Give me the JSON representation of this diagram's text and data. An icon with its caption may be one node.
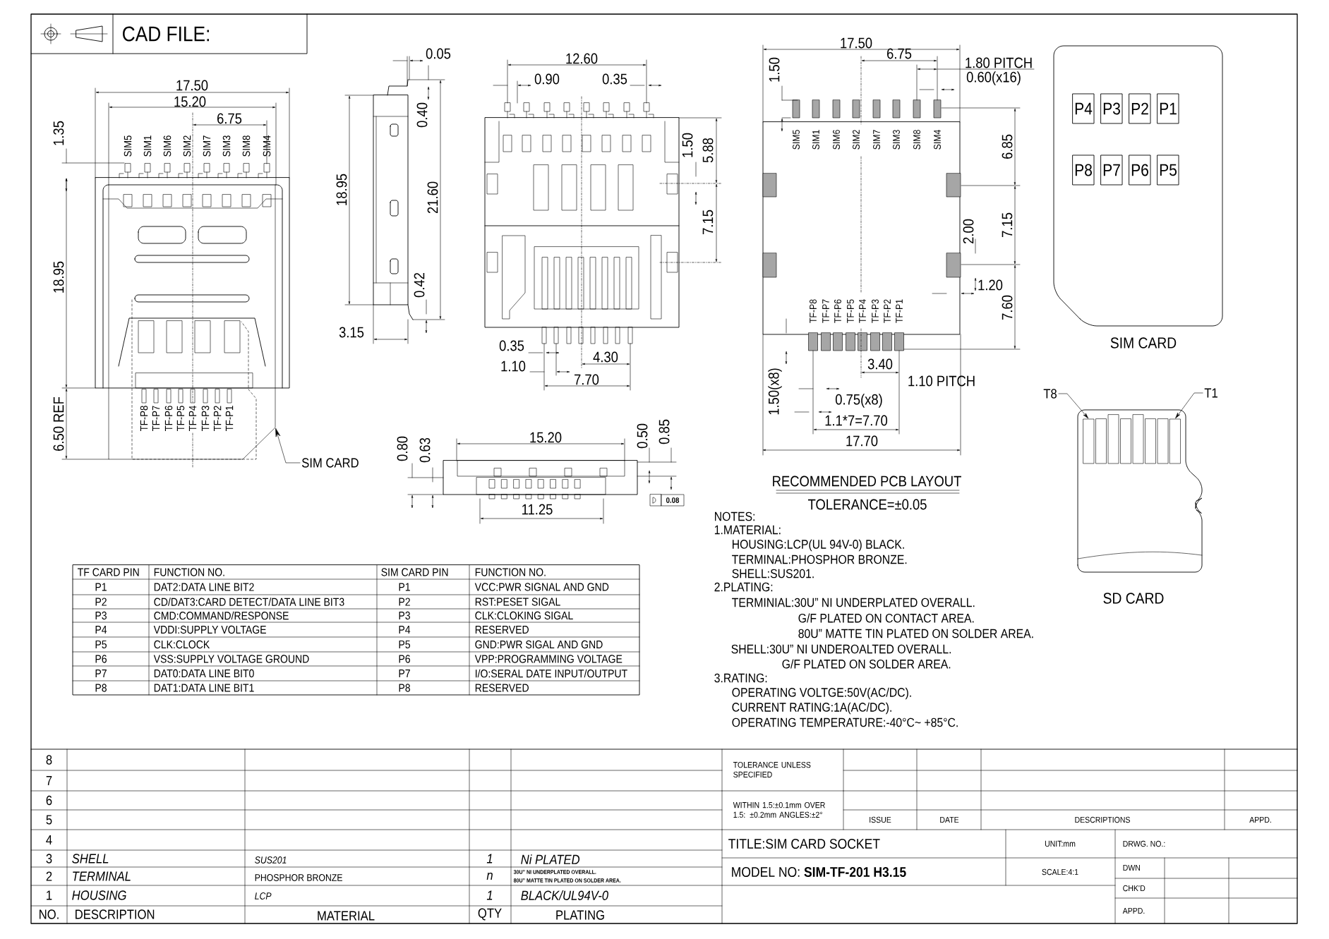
{
  "diagram": {
    "nodes": [
      {
        "text": [
          "P4"
        ]
      },
      {
        "text": [
          "P3"
        ]
      },
      {
        "text": [
          "P2"
        ]
      },
      {
        "text": [
          "P1"
        ]
      },
      {
        "text": [
          "P8"
        ]
      },
      {
        "text": [
          "P7"
        ]
      },
      {
        "text": [
          "P6"
        ]
      },
      {
        "text": [
          "P5"
        ]
      },
      {
        "text": [
          "SIM CARD"
        ]
      },
      {
        "text": [
          "T8"
        ]
      },
      {
        "text": [
          "T1"
        ]
      },
      {
        "text": [],
        "shape": "box"
      },
      {
        "text": [],
        "shape": "box"
      },
      {
        "text": [],
        "shape": "box"
      }
    ],
    "edges": [
      {
        "from": 8,
        "to": 11,
        "arrow": "to"
      },
      {
        "from": 9,
        "to": 12,
        "arrow": "to"
      },
      {
        "from": 10,
        "to": 13,
        "arrow": "to"
      }
    ],
    "labels": [
      "CAD FILE:",
      "17.50",
      "15.20",
      "6.75",
      "1.35",
      "SIM5",
      "SIM1",
      "SIM6",
      "SIM2",
      "SIM7",
      "SIM3",
      "SIM8",
      "SIM4",
      "18.95",
      "6.50 REF",
      "TF-P8",
      "TF-P7",
      "TF-P6",
      "TF-P5",
      "TF-P4",
      "TF-P3",
      "TF-P2",
      "TF-P1",
      "0.05",
      "0.40",
      "18.95",
      "21.60",
      "0.42",
      "3.15",
      "12.60",
      "0.90",
      "0.35",
      "1.50",
      "5.88",
      "7.15",
      "0.35",
      "1.10",
      "4.30",
      "7.70",
      "0.80",
      "0.63",
      "15.20",
      "0.50",
      "0.85",
      "0.08",
      "11.25",
      "17.50",
      "6.75",
      "1.50",
      "1.80 PITCH",
      "0.60(x16)",
      "SIM5",
      "SIM1",
      "SIM6",
      "SIM2",
      "SIM7",
      "SIM3",
      "SIM8",
      "SIM4",
      "6.85",
      "2.00",
      "7.15",
      "1.20",
      "TF-P8",
      "TF-P7",
      "TF-P6",
      "TF-P5",
      "TF-P4",
      "TF-P3",
      "TF-P2",
      "TF-P1",
      "7.60",
      "3.40",
      "1.10 PITCH",
      "1.50(x8)",
      "0.75(x8)",
      "1.1*7=7.70",
      "17.70",
      "RECOMMENDED PCB LAYOUT",
      "TOLERANCE=±0.05",
      "SIM CARD",
      "SD CARD",
      "NOTES:",
      "1.MATERIAL:",
      "HOUSING:LCP(UL 94V-0) BLACK.",
      "TERMINAL:PHOSPHOR BRONZE.",
      "SHELL:SUS201.",
      "2.PLATING:",
      "TERMINIAL:30U” NI UNDERPLATED OVERALL.",
      "G/F PLATED ON CONTACT AREA.",
      "80U” MATTE TIN PLATED ON SOLDER AREA.",
      "SHELL:30U” NI UNDEROALTED OVERALL.",
      "G/F PLATED ON SOLDER AREA.",
      "3.RATING:",
      "OPERATING VOLTGE:50V(AC/DC).",
      "CURRENT RATING:1A(AC/DC).",
      "OPERATING TEMPERATURE:-40°C~ +85°C.",
      "TF CARD PIN",
      "FUNCTION NO.",
      "SIM CARD PIN",
      "FUNCTION NO.",
      "P1",
      "DAT2:DATA LINE BIT2",
      "P1",
      "VCC:PWR SIGNAL AND GND",
      "P2",
      "CD/DAT3:CARD DETECT/DATA LINE BIT3",
      "P2",
      "RST:PESET SIGAL",
      "P3",
      "CMD:COMMAND/RESPONSE",
      "P3",
      "CLK:CLOKING SIGAL",
      "P4",
      "VDDI:SUPPLY VOLTAGE",
      "P4",
      "RESERVED",
      "P5",
      "CLK:CLOCK",
      "P5",
      "GND:PWR SIGAL AND GND",
      "P6",
      "VSS:SUPPLY VOLTAGE GROUND",
      "P6",
      "VPP:PROGRAMMING VOLTAGE",
      "P7",
      "DAT0:DATA LINE BIT0",
      "P7",
      "I/O:SERAL DATE INPUT/OUTPUT",
      "P8",
      "DAT1:DATA LINE BIT1",
      "P8",
      "RESERVED",
      "8",
      "7",
      "6",
      "5",
      "4",
      "3",
      "SHELL",
      "SUS201",
      "1",
      "Ni PLATED",
      "2",
      "TERMINAL",
      "PHOSPHOR BRONZE",
      "n",
      "30U” NI UNDERPLATED OVERALL.",
      "80U” MATTE TIN PLATED ON SOLDER AREA.",
      "1",
      "HOUSING",
      "LCP",
      "1",
      "BLACK/UL94V-0",
      "NO.",
      "DESCRIPTION",
      "MATERIAL",
      "QTY",
      "PLATING",
      "TOLERANCE UNLESS SPECIFIED",
      "WITHIN 1.5:±0.1mm OVER 1.5: ±0.2mm ANGLES:±2°",
      "ISSUE",
      "DATE",
      "DESCRIPTIONS",
      "APPD.",
      "TITLE:SIM CARD SOCKET",
      "UNIT:mm",
      "DRWG. NO.:",
      "MODEL NO: **SIM-TF-201 H3.15**",
      "SCALE:4:1",
      "DWN",
      "CHK'D",
      "APPD."
    ]
  }
}
